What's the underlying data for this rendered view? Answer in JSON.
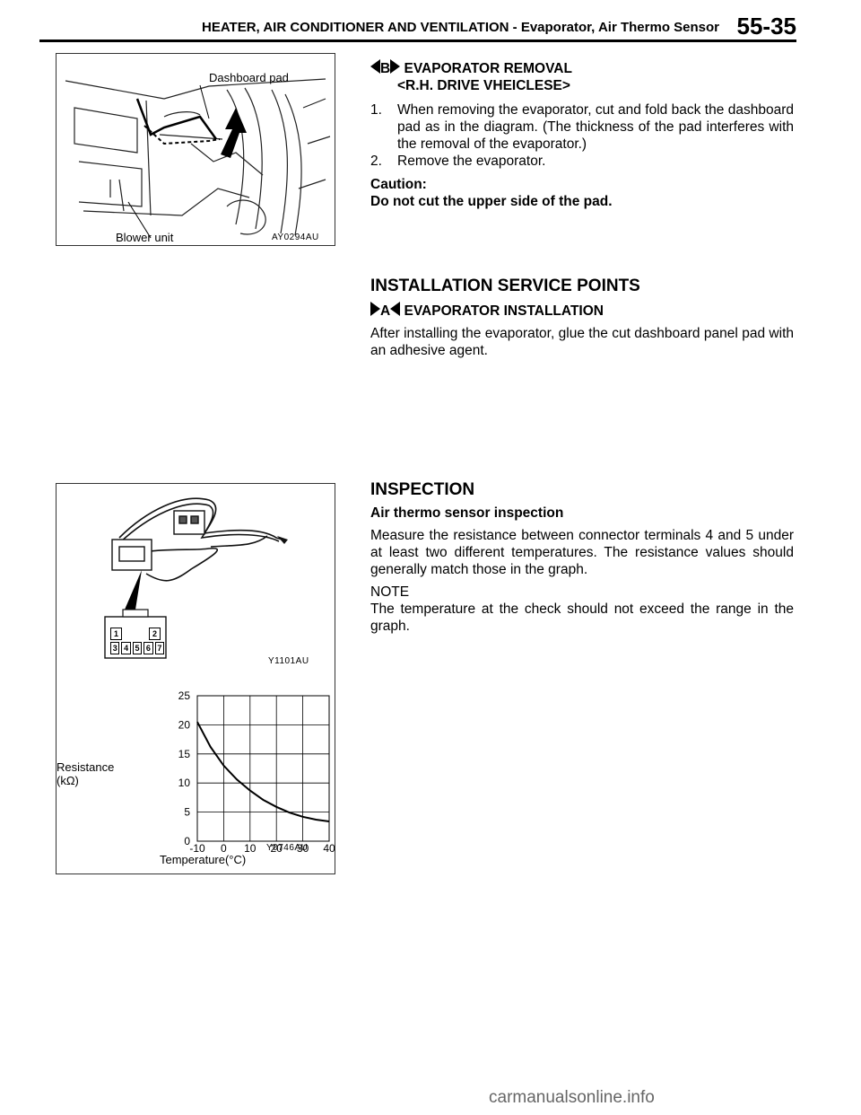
{
  "header": {
    "title": "HEATER, AIR CONDITIONER AND VENTILATION  -  Evaporator, Air Thermo Sensor",
    "page_number": "55-35"
  },
  "figures": {
    "removal": {
      "label_dashboard": "Dashboard pad",
      "label_blower": "Blower unit",
      "code": "AY0294AU"
    },
    "sensor": {
      "code": "Y1101AU",
      "connector_pins": [
        "1",
        "2",
        "3",
        "4",
        "5",
        "6",
        "7"
      ]
    },
    "graph": {
      "code": "Y0746AU"
    }
  },
  "removal": {
    "marker_letter": "B",
    "title": "EVAPORATOR REMOVAL",
    "subtitle": "<R.H. DRIVE VHEICLESE>",
    "steps": [
      {
        "num": "1.",
        "text": "When removing the evaporator, cut and fold back the dashboard pad as in the diagram. (The thickness of the pad interferes with the removal of the evaporator.)"
      },
      {
        "num": "2.",
        "text": "Remove the evaporator."
      }
    ],
    "caution_label": "Caution:",
    "caution_text": "Do not cut the upper side of the pad."
  },
  "installation": {
    "section_title": "INSTALLATION SERVICE POINTS",
    "marker_letter": "A",
    "title": "EVAPORATOR INSTALLATION",
    "text": "After installing the evaporator, glue the cut dashboard panel pad with an adhesive agent."
  },
  "inspection": {
    "section_title": "INSPECTION",
    "subtitle": "Air thermo sensor inspection",
    "text": "Measure the resistance between connector terminals 4 and 5 under at least two different temperatures. The resistance values should generally match those in the graph.",
    "note_label": "NOTE",
    "note_text": "The temperature at the check should not exceed the range in the graph."
  },
  "chart_data": {
    "type": "line",
    "xlabel": "Temperature(°C)",
    "ylabel": "Resistance (kΩ)",
    "ylabel_lines": [
      "Resistance",
      "(kΩ)"
    ],
    "x_ticks": [
      "-10",
      "0",
      "10",
      "20",
      "30",
      "40"
    ],
    "y_ticks": [
      "25",
      "20",
      "15",
      "10",
      "5",
      "0"
    ],
    "xlim": [
      -10,
      40
    ],
    "ylim": [
      0,
      25
    ],
    "grid": true,
    "series": [
      {
        "x": [
          -10,
          -5,
          0,
          5,
          10,
          15,
          20,
          25,
          30,
          35,
          40
        ],
        "values": [
          20.5,
          16.2,
          13.0,
          10.6,
          8.7,
          7.1,
          5.9,
          4.9,
          4.2,
          3.7,
          3.4
        ]
      }
    ]
  },
  "watermark": "carmanualsonline.info"
}
